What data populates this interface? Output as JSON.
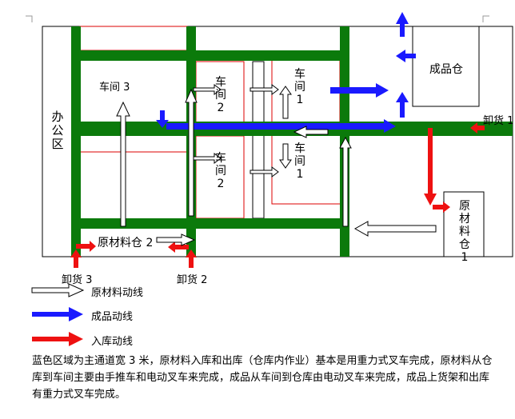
{
  "diagram": {
    "workshop3": "车间 3",
    "workshop2_top": "车间2",
    "workshop2_bottom": "车间2",
    "workshop1_top": "车间1",
    "workshop1_bottom": "车间1",
    "office": "办公区",
    "finished_warehouse": "成品仓",
    "raw_warehouse1": "原材料仓1",
    "raw_warehouse2": "原材料仓 2",
    "unload1": "卸货 1",
    "unload2": "卸货 2",
    "unload3": "卸货 3"
  },
  "legend": [
    {
      "label": "原材料动线",
      "color": "#ffffff",
      "icon": "white-arrow-icon"
    },
    {
      "label": "成品动线",
      "color": "#1a1aff",
      "icon": "blue-arrow-icon"
    },
    {
      "label": "入库动线",
      "color": "#ee1111",
      "icon": "red-arrow-icon"
    }
  ],
  "description": "蓝色区域为主通道宽 3 米，原材料入库和出库（仓库内作业）基本是用重力式叉车完成，原材料从仓库到车间主要由手推车和电动叉车来完成，成品从车间到仓库由电动叉车来完成，成品上货架和出库有重力式叉车完成。",
  "colors": {
    "aisle": "#0b7a0b",
    "finished_flow": "#1a1aff",
    "inbound_flow": "#ee1111",
    "raw_flow": "#ffffff"
  }
}
